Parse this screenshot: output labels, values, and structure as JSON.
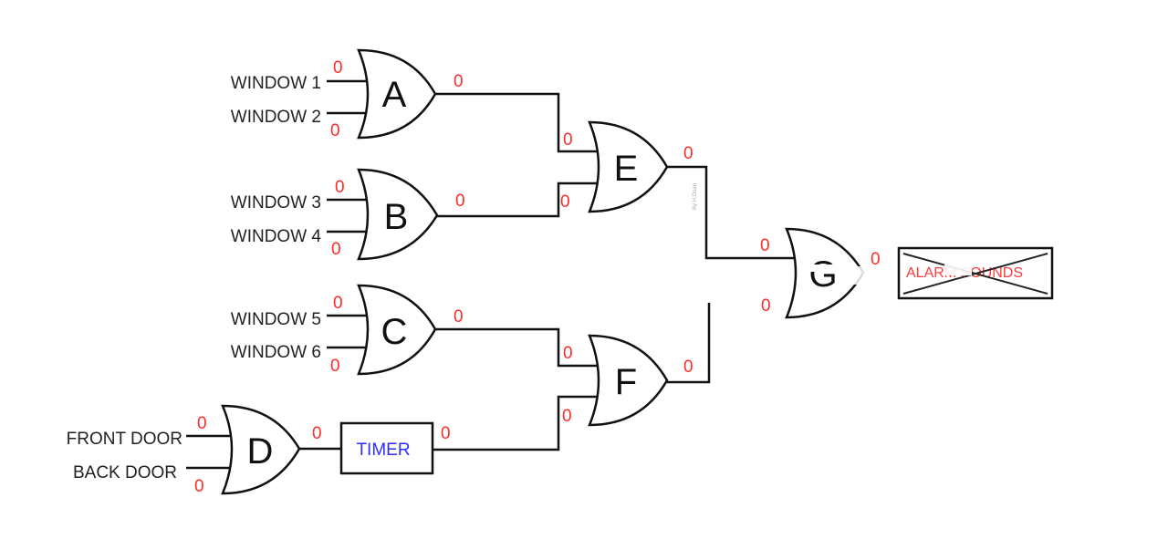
{
  "inputs": {
    "window1": "WINDOW 1",
    "window2": "WINDOW 2",
    "window3": "WINDOW 3",
    "window4": "WINDOW 4",
    "window5": "WINDOW 5",
    "window6": "WINDOW 6",
    "front_door": "FRONT DOOR",
    "back_door": "BACK DOOR"
  },
  "gates": {
    "a": "A",
    "b": "B",
    "c": "C",
    "d": "D",
    "e": "E",
    "f": "F",
    "g": "G"
  },
  "timer": "TIMER",
  "alarm": "ALARM SOUNDS",
  "watermark": "By H.Doan",
  "values": {
    "a_in1": "0",
    "a_in2": "0",
    "a_out": "0",
    "b_in1": "0",
    "b_in2": "0",
    "b_out": "0",
    "c_in1": "0",
    "c_in2": "0",
    "c_out": "0",
    "d_in1": "0",
    "d_in2": "0",
    "d_out": "0",
    "timer_out": "0",
    "e_in1": "0",
    "e_in2": "0",
    "e_out": "0",
    "f_in1": "0",
    "f_in2": "0",
    "f_out": "0",
    "g_in1": "0",
    "g_in2": "0",
    "g_out": "0"
  }
}
